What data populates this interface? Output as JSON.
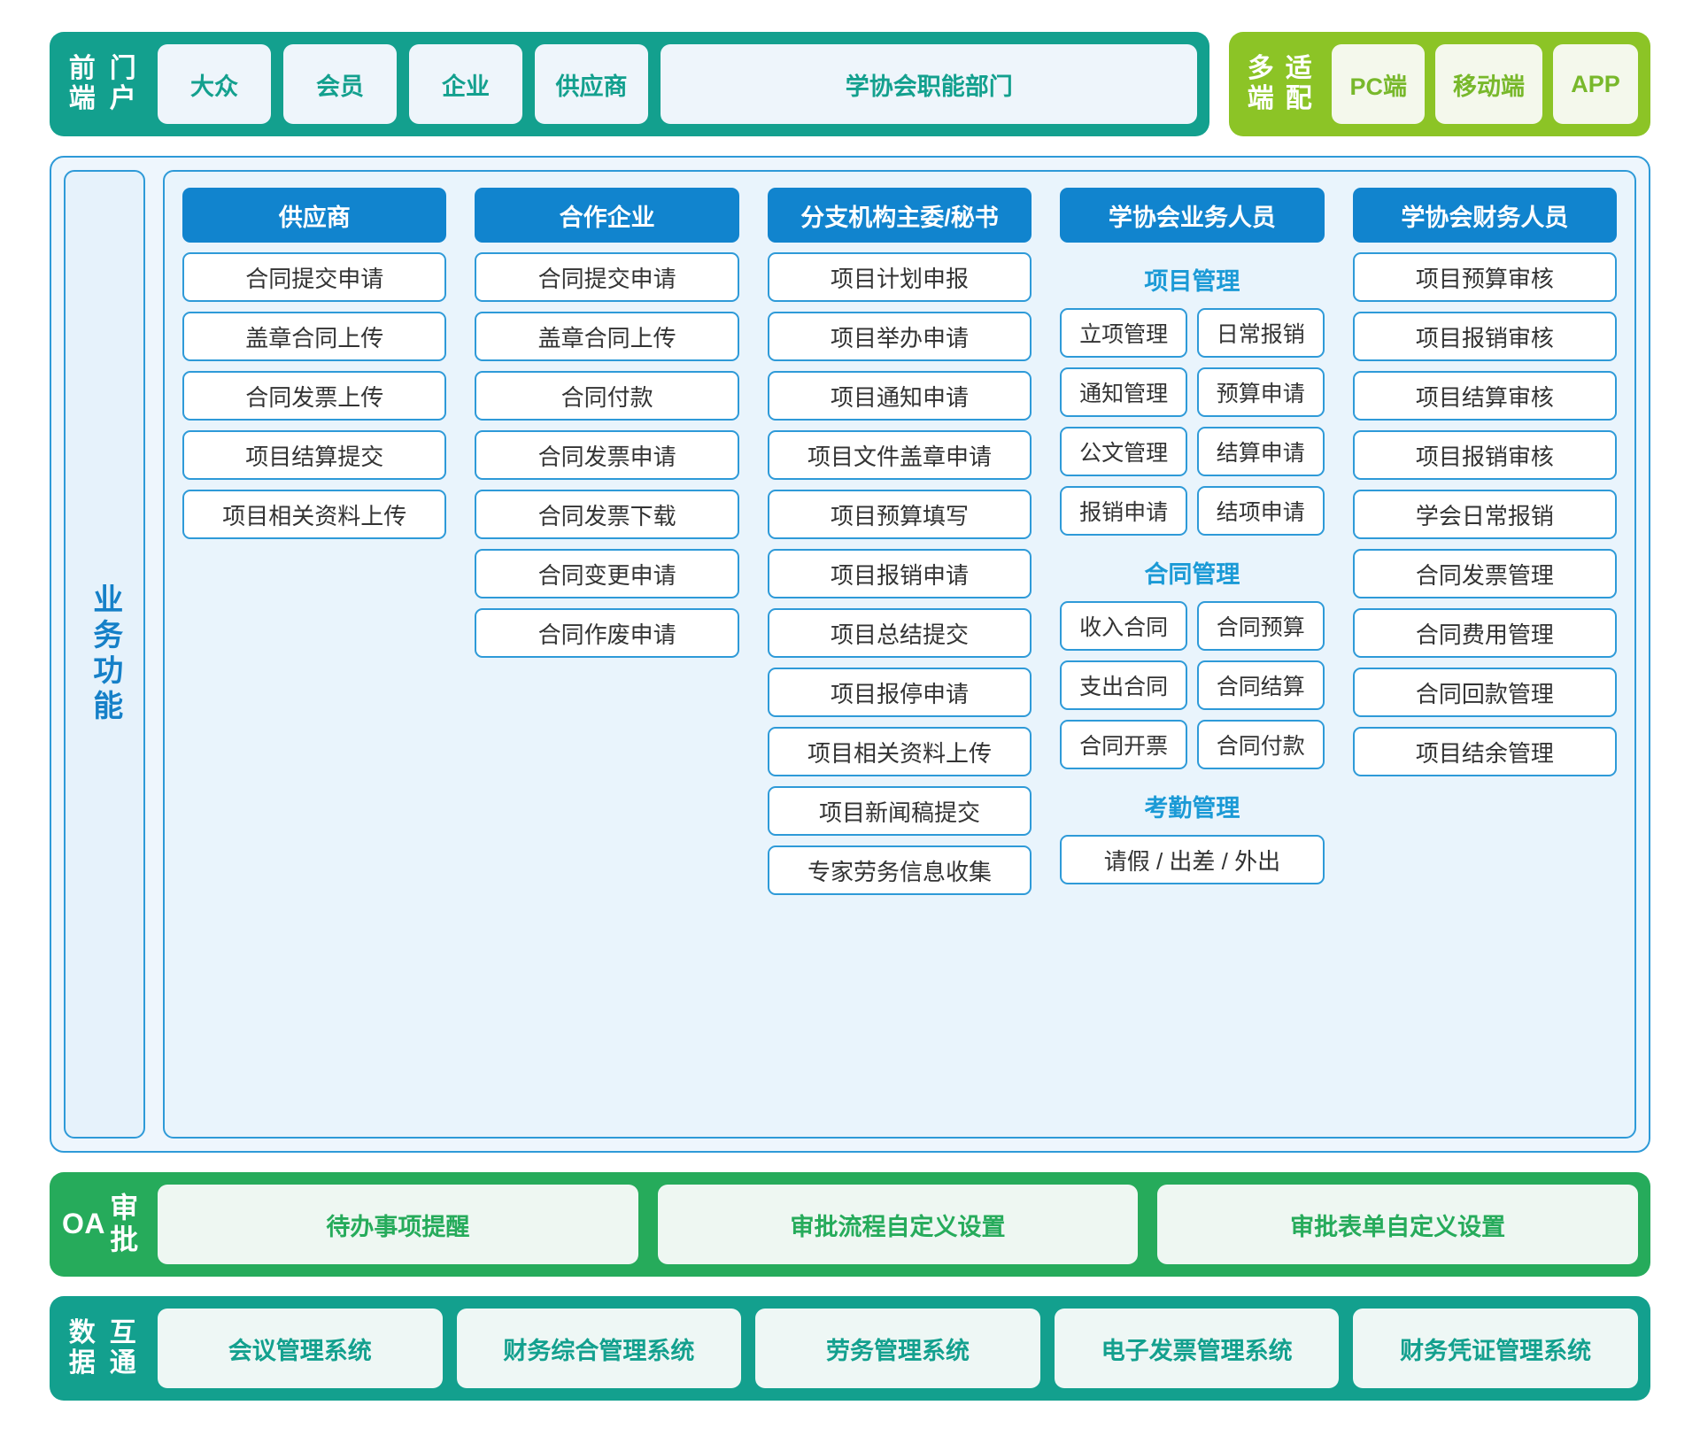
{
  "colors": {
    "teal": "#13a08e",
    "green": "#26ab5b",
    "lime": "#8cc426",
    "blue": "#1184ce",
    "blue_border": "#2e9ad8",
    "blue_text": "#1b9ad6",
    "panel_bg": "#e9f4fc"
  },
  "portal": {
    "label_line1": "前端",
    "label_line2": "门户",
    "items": [
      {
        "label": "大众"
      },
      {
        "label": "会员"
      },
      {
        "label": "企业"
      },
      {
        "label": "供应商"
      },
      {
        "label": "学协会职能部门"
      }
    ]
  },
  "multi_device": {
    "label_line1": "多端",
    "label_line2": "适配",
    "items": [
      {
        "label": "PC端"
      },
      {
        "label": "移动端"
      },
      {
        "label": "APP"
      }
    ]
  },
  "business": {
    "label": "业务功能",
    "columns": [
      {
        "title": "供应商",
        "items": [
          "合同提交申请",
          "盖章合同上传",
          "合同发票上传",
          "项目结算提交",
          "项目相关资料上传"
        ]
      },
      {
        "title": "合作企业",
        "items": [
          "合同提交申请",
          "盖章合同上传",
          "合同付款",
          "合同发票申请",
          "合同发票下载",
          "合同变更申请",
          "合同作废申请"
        ]
      },
      {
        "title": "分支机构主委/秘书",
        "items": [
          "项目计划申报",
          "项目举办申请",
          "项目通知申请",
          "项目文件盖章申请",
          "项目预算填写",
          "项目报销申请",
          "项目总结提交",
          "项目报停申请",
          "项目相关资料上传",
          "项目新闻稿提交",
          "专家劳务信息收集"
        ]
      },
      {
        "title": "学协会业务人员",
        "groups": [
          {
            "heading": "项目管理",
            "layout": "pairs",
            "items": [
              "立项管理",
              "日常报销",
              "通知管理",
              "预算申请",
              "公文管理",
              "结算申请",
              "报销申请",
              "结项申请"
            ]
          },
          {
            "heading": "合同管理",
            "layout": "pairs",
            "items": [
              "收入合同",
              "合同预算",
              "支出合同",
              "合同结算",
              "合同开票",
              "合同付款"
            ]
          },
          {
            "heading": "考勤管理",
            "layout": "full",
            "items": [
              "请假 / 出差 / 外出"
            ]
          }
        ]
      },
      {
        "title": "学协会财务人员",
        "items": [
          "项目预算审核",
          "项目报销审核",
          "项目结算审核",
          "项目报销审核",
          "学会日常报销",
          "合同发票管理",
          "合同费用管理",
          "合同回款管理",
          "项目结余管理"
        ]
      }
    ]
  },
  "oa": {
    "label_line1": "OA",
    "label_line2": "审批",
    "items": [
      {
        "label": "待办事项提醒"
      },
      {
        "label": "审批流程自定义设置"
      },
      {
        "label": "审批表单自定义设置"
      }
    ]
  },
  "data_exchange": {
    "label_line1": "数据",
    "label_line2": "互通",
    "items": [
      {
        "label": "会议管理系统"
      },
      {
        "label": "财务综合管理系统"
      },
      {
        "label": "劳务管理系统"
      },
      {
        "label": "电子发票管理系统"
      },
      {
        "label": "财务凭证管理系统"
      }
    ]
  }
}
